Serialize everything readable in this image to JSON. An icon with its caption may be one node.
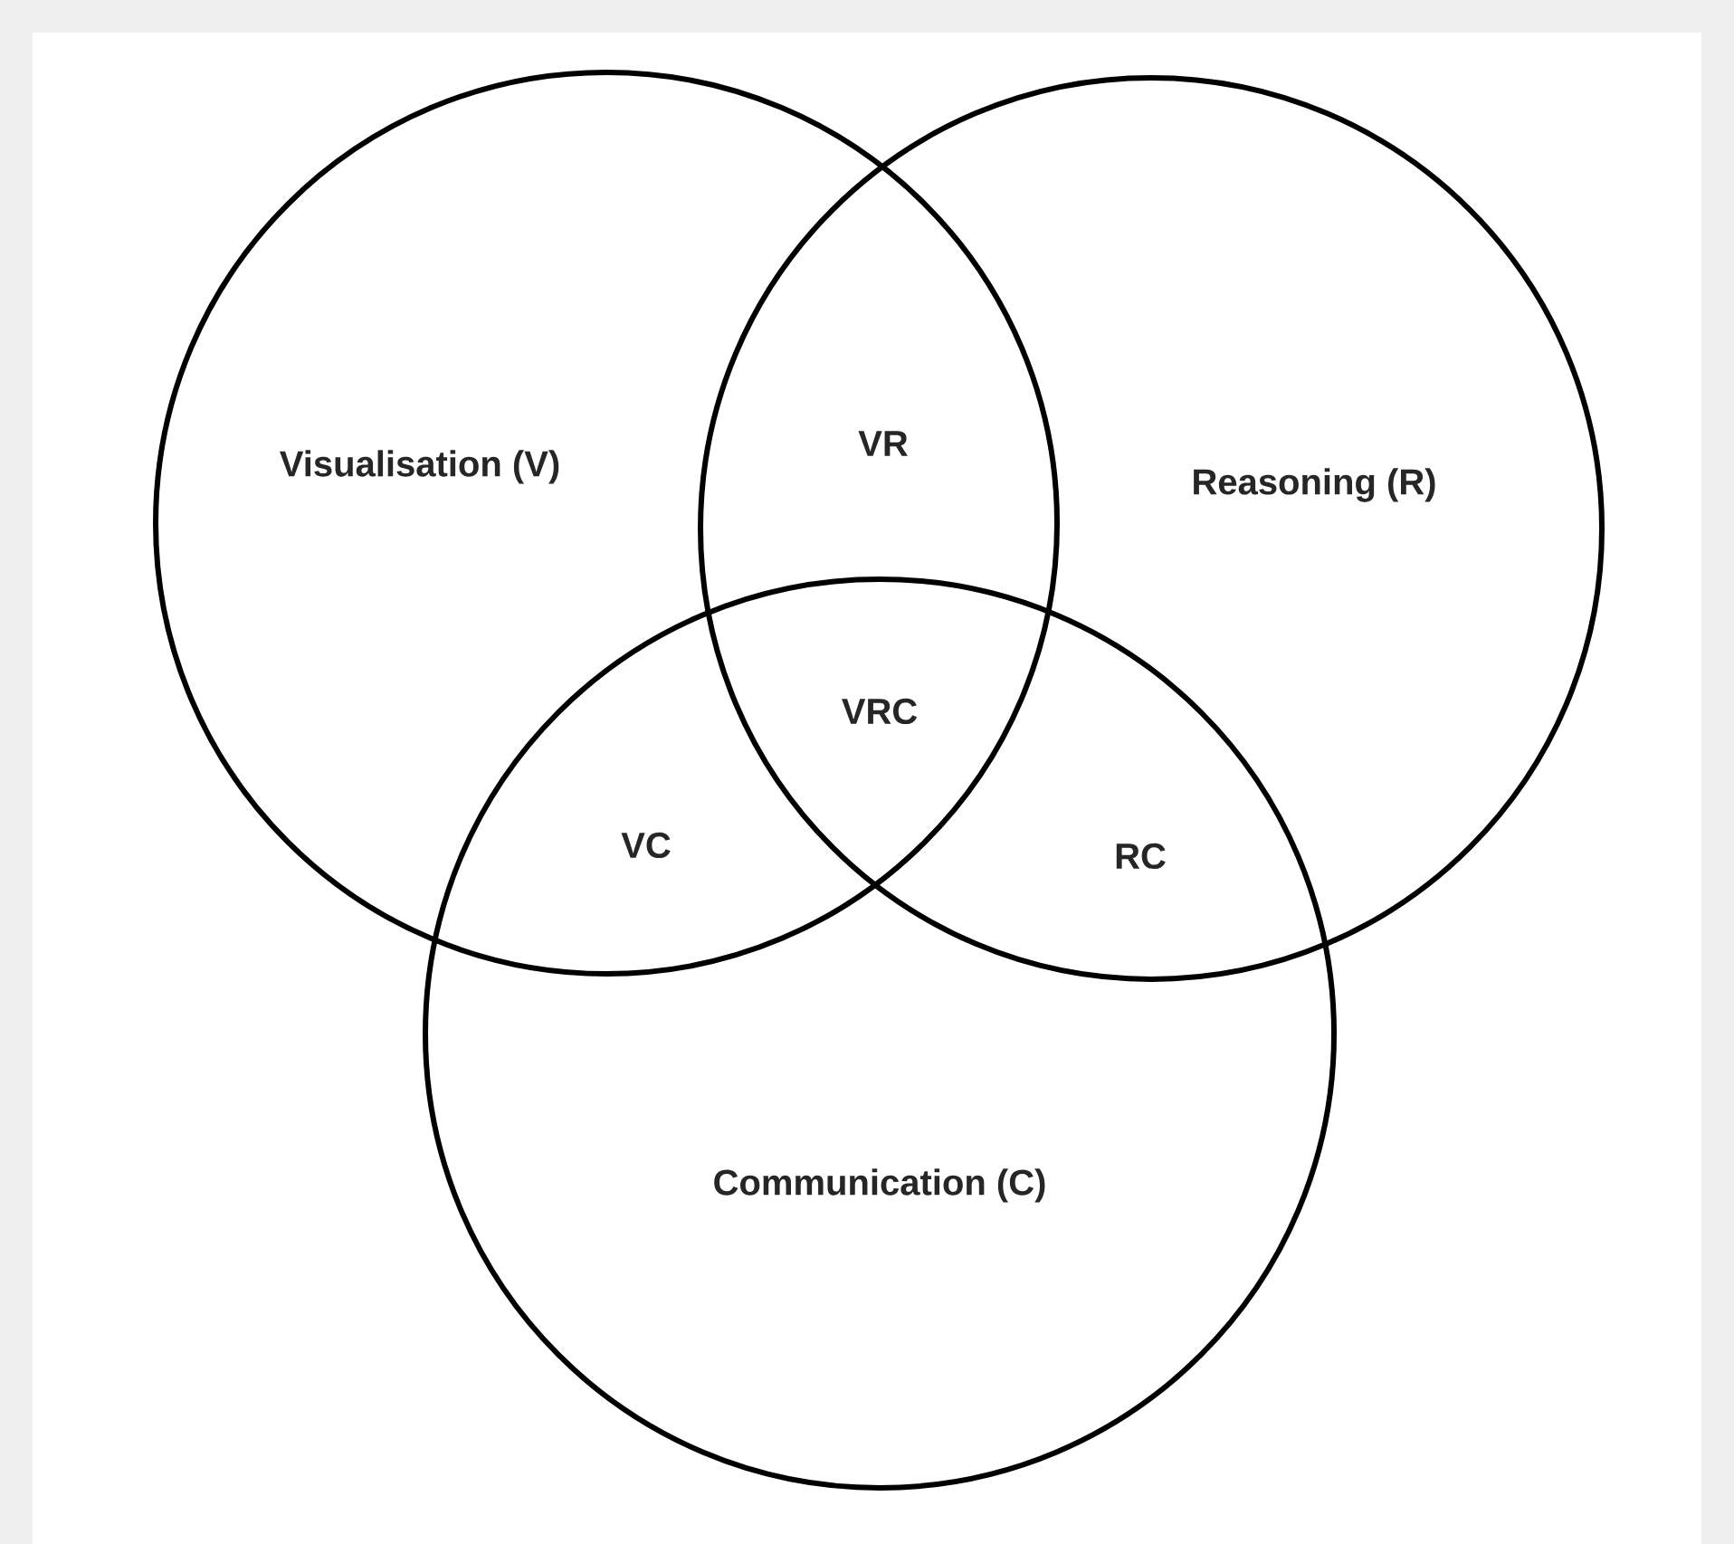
{
  "diagram": {
    "nodes": [
      {
        "text": [
          "Visualisation (V)"
        ]
      },
      {
        "text": [
          "Reasoning (R)"
        ]
      },
      {
        "text": [
          "Communication (C)"
        ]
      }
    ],
    "labels": [
      "VR",
      "VRC",
      "VC",
      "RC"
    ]
  }
}
